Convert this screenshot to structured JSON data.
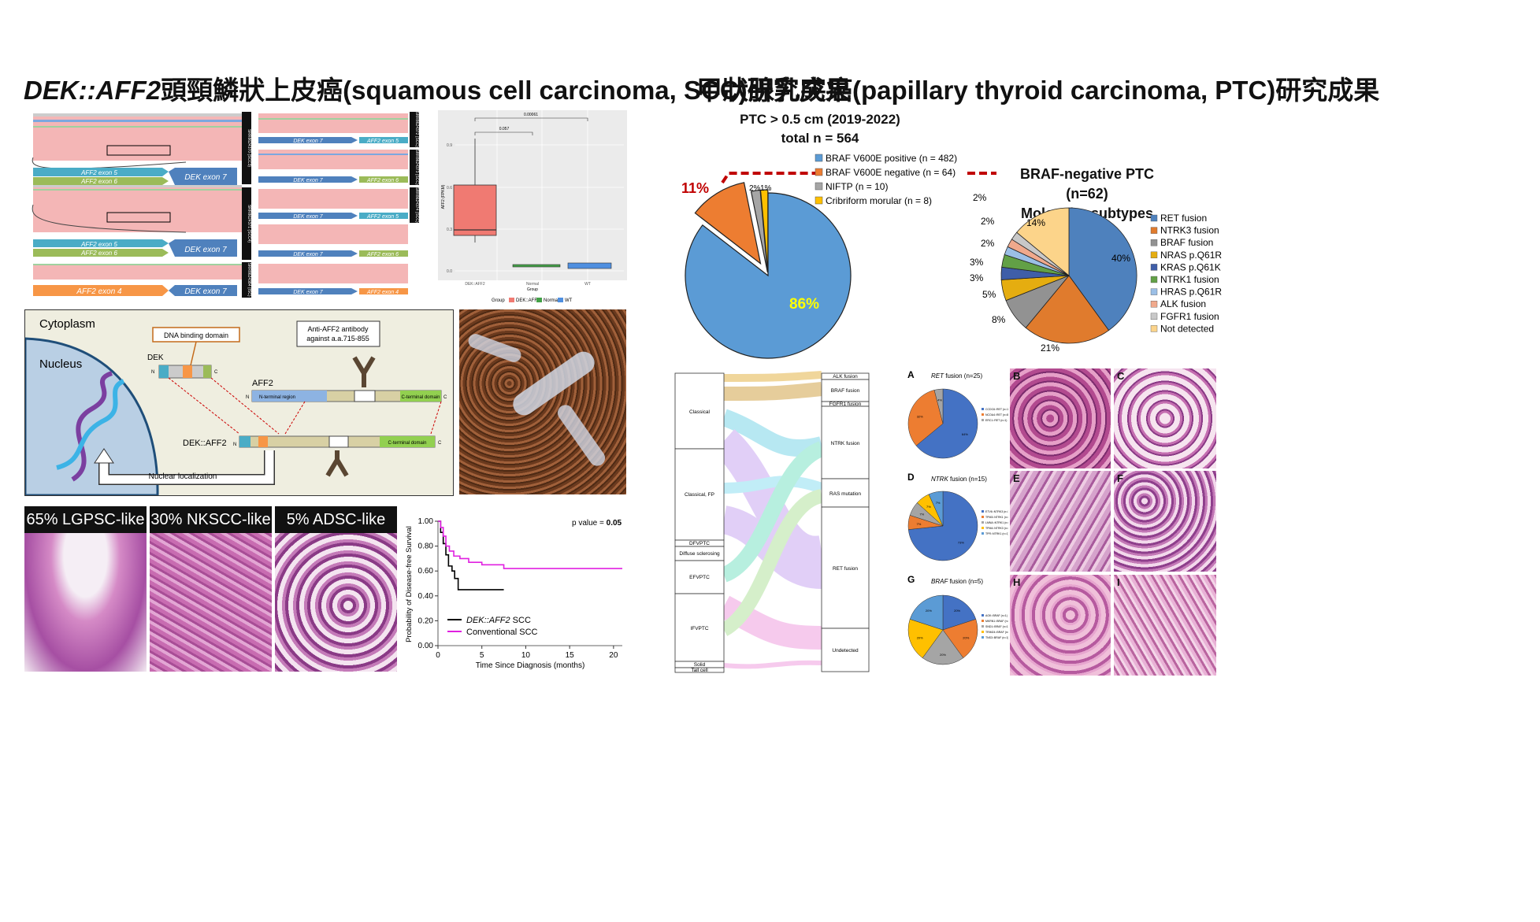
{
  "left_title_italic": "DEK::AFF2",
  "left_title_rest": "頭頸鱗狀上皮癌(squamous cell carcinoma, SCC)研究成果",
  "right_title": "甲狀腺乳突癌(papillary thyroid carcinoma, PTC)研究成果",
  "igv": {
    "sample_ids": [
      "SRR8624370 (SCC3)",
      "SRR8624371 (SCC4)",
      "SRR8624384 (ISC)",
      "SRR8624372 (SCC)",
      "SRR8624373 (SCC)",
      "SRR8624374 (SCC)"
    ],
    "left_rows": [
      {
        "exon_left_1": "AFF2 exon 5",
        "exon_left_2": "AFF2 exon 6",
        "exon_right": "DEK exon 7"
      },
      {
        "exon_left_1": "AFF2 exon 5",
        "exon_left_2": "AFF2 exon 6",
        "exon_right": "DEK exon 7"
      },
      {
        "exon_left_1": "AFF2 exon 4",
        "exon_right": "DEK exon 7"
      }
    ],
    "right_rows": [
      {
        "a": "DEK exon 7",
        "b": "AFF2 exon 5",
        "c": "DEK exon 7",
        "d": "AFF2 exon 6"
      },
      {
        "a": "DEK exon 7",
        "b": "AFF2 exon 5",
        "c": "DEK exon 7",
        "d": "AFF2 exon 6"
      },
      {
        "a": "DEK exon 7",
        "b": "AFF2 exon 4"
      }
    ]
  },
  "boxplot": {
    "ylabel": "AFF2 (FPKM)",
    "xlabel": "Group",
    "categories": [
      "DEK::AFF2",
      "Normal",
      "WT"
    ],
    "colors": [
      "#f07a72",
      "#43a047",
      "#4f8fe0"
    ],
    "yticks": [
      "0.0",
      "0.3",
      "0.6",
      "0.9"
    ],
    "pvals": [
      "0.00061",
      "0.057"
    ],
    "legend_title": "Group",
    "legend_items": [
      "DEK::AFF2",
      "Normal",
      "WT"
    ]
  },
  "diagram": {
    "cytoplasm": "Cytoplasm",
    "nucleus": "Nucleus",
    "dna_binding": "DNA binding domain",
    "antibody": "Anti-AFF2 antibody against a.a.715-855",
    "dek": "DEK",
    "aff2": "AFF2",
    "nterm": "N-terminal region",
    "cterm": "C-terminal domain",
    "fusion": "DEK::AFF2",
    "nuclear": "Nuclear localization",
    "n": "N",
    "c": "C"
  },
  "histo_labels": [
    "65% LGPSC-like",
    "30% NKSCC-like",
    "5% ADSC-like"
  ],
  "km": {
    "ylabel": "Probability of Disease-free Survival",
    "xlabel": "Time Since Diagnosis (months)",
    "pvalue_label": "p value = ",
    "pvalue": "0.05",
    "yticks": [
      "0.00",
      "0.20",
      "0.40",
      "0.60",
      "0.80",
      "1.00"
    ],
    "xticks": [
      "0",
      "5",
      "10",
      "15",
      "20"
    ],
    "legend_italic": "DEK::AFF2",
    "legend_1_rest": " SCC",
    "legend_2": "Conventional SCC"
  },
  "chart_data": [
    {
      "type": "line",
      "title": "",
      "xlabel": "Time Since Diagnosis (months)",
      "ylabel": "Probability of Disease-free Survival",
      "xlim": [
        0,
        21
      ],
      "ylim": [
        0,
        1
      ],
      "series": [
        {
          "name": "DEK::AFF2 SCC",
          "color": "#000000",
          "x": [
            0,
            0.3,
            0.6,
            0.9,
            1.2,
            1.6,
            1.9,
            2.3,
            3.0,
            7.5
          ],
          "y": [
            1.0,
            0.91,
            0.82,
            0.73,
            0.64,
            0.6,
            0.54,
            0.45,
            0.45,
            0.45
          ]
        },
        {
          "name": "Conventional SCC",
          "color": "#e020e0",
          "x": [
            0,
            0.3,
            0.6,
            0.9,
            1.3,
            1.8,
            2.5,
            3.5,
            5.0,
            7.5,
            21
          ],
          "y": [
            1.0,
            0.95,
            0.88,
            0.8,
            0.76,
            0.72,
            0.7,
            0.67,
            0.65,
            0.62,
            0.62
          ]
        }
      ]
    },
    {
      "type": "pie",
      "title": "PTC > 0.5 cm (2019-2022) total n = 564",
      "categories": [
        "BRAF V600E positive (n = 482)",
        "BRAF V600E negative (n = 64)",
        "NIFTP (n = 10)",
        "Cribriform morular (n = 8)"
      ],
      "values": [
        482,
        64,
        10,
        8
      ],
      "labels": [
        "86%",
        "11%",
        "2%",
        "1%"
      ],
      "colors": [
        "#5b9bd5",
        "#ed7d31",
        "#a5a5a5",
        "#ffc000"
      ]
    },
    {
      "type": "pie",
      "title": "BRAF-negative PTC (n=62) Molecular subtypes",
      "categories": [
        "RET fusion",
        "NTRK3 fusion",
        "BRAF fusion",
        "NRAS p.Q61R",
        "KRAS p.Q61K",
        "NTRK1 fusion",
        "HRAS p.Q61R",
        "ALK fusion",
        "FGFR1 fusion",
        "Not detected"
      ],
      "values": [
        40,
        21,
        8,
        5,
        3,
        3,
        2,
        2,
        2,
        14
      ],
      "colors": [
        "#4e81bd",
        "#e07b2d",
        "#929292",
        "#e5ad10",
        "#3f5ea8",
        "#62a046",
        "#9bbfe6",
        "#f0a98c",
        "#c8c8c8",
        "#fcd48a"
      ]
    }
  ],
  "pie1": {
    "title_1": "PTC > 0.5 cm (2019-2022)",
    "title_2": "total n = 564",
    "legend": [
      "BRAF V600E positive (n = 482)",
      "BRAF V600E negative (n = 64)",
      "NIFTP (n = 10)",
      "Cribriform morular (n = 8)"
    ],
    "labels": [
      "86%",
      "11%",
      "2%",
      "1%"
    ]
  },
  "pie2": {
    "title_1": "BRAF-negative PTC (n=62)",
    "title_2": "Molecular subtypes",
    "legend": [
      "RET fusion",
      "NTRK3 fusion",
      "BRAF fusion",
      "NRAS p.Q61R",
      "KRAS p.Q61K",
      "NTRK1 fusion",
      "HRAS p.Q61R",
      "ALK fusion",
      "FGFR1 fusion",
      "Not detected"
    ],
    "labels": [
      "40%",
      "21%",
      "8%",
      "5%",
      "3%",
      "3%",
      "2%",
      "2%",
      "2%",
      "14%"
    ]
  },
  "sankey": {
    "left": [
      "Classical",
      "Classical, FP",
      "DFVPTC",
      "Diffuse sclerosing",
      "EFVPTC",
      "IFVPTC",
      "Solid",
      "Tall cell"
    ],
    "right": [
      "ALK fusion",
      "BRAF fusion",
      "FGFR1 fusion",
      "NTRK fusion",
      "RAS mutation",
      "RET fusion",
      "Undetected"
    ]
  },
  "small_pies": [
    {
      "letter": "A",
      "title_italic": "RET",
      "title_rest": " fusion (n=25)",
      "legend": [
        "CCDC6::RET (n=16)",
        "NCOA4::RET (n=8)",
        "ERC1::RET (n=1)"
      ],
      "labels": [
        "64%",
        "32%",
        "4%"
      ]
    },
    {
      "letter": "D",
      "title_italic": "NTRK",
      "title_rest": " fusion (n=15)",
      "legend": [
        "ETV6::NTRK3 (n=11)",
        "TPM3::NTRK1 (n=1)",
        "LMNA::NTRK1 (n=1)",
        "TPM4::NTRK3 (n=1)",
        "TPR::NTRK1 (n=1)"
      ],
      "labels": [
        "73%",
        "7%",
        "7%",
        "7%",
        "7%"
      ]
    },
    {
      "letter": "G",
      "title_italic": "BRAF",
      "title_rest": " fusion (n=5)",
      "legend": [
        "AGK::BRAF (n=1)",
        "MKRN1::BRAF (n=1)",
        "SND1::BRAF (n=1)",
        "TRIM24::BRAF (n=1)",
        "TNS3::BRAF (n=1)"
      ],
      "labels": [
        "20%",
        "20%",
        "20%",
        "20%",
        "20%"
      ]
    }
  ],
  "histo_letters": [
    "B",
    "C",
    "E",
    "F",
    "H",
    "I"
  ]
}
